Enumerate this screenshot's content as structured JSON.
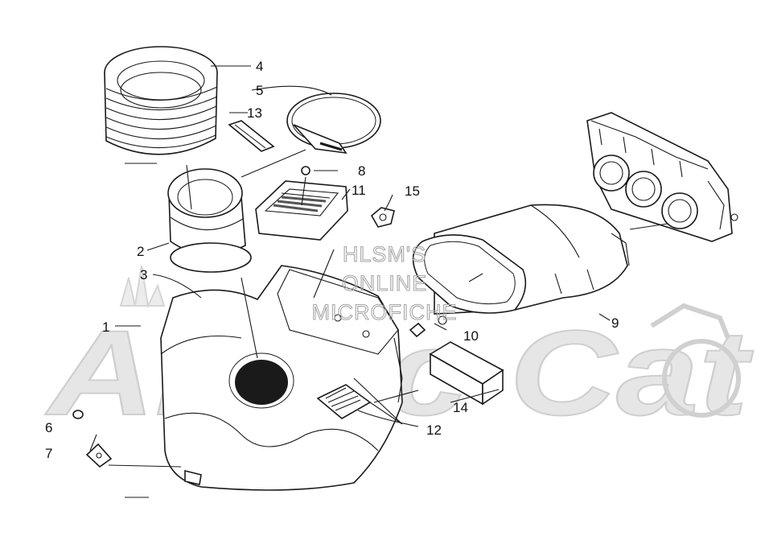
{
  "diagram": {
    "watermark_brand": "Arctic Cat",
    "watermark_stamp": [
      "HLSM'S",
      "ONLINE",
      "MICROFICHE"
    ],
    "callouts": [
      {
        "id": "c1",
        "label": "1"
      },
      {
        "id": "c2",
        "label": "2"
      },
      {
        "id": "c3",
        "label": "3"
      },
      {
        "id": "c4",
        "label": "4"
      },
      {
        "id": "c5",
        "label": "5"
      },
      {
        "id": "c6",
        "label": "6"
      },
      {
        "id": "c7",
        "label": "7"
      },
      {
        "id": "c8",
        "label": "8"
      },
      {
        "id": "c9",
        "label": "9"
      },
      {
        "id": "c10",
        "label": "10"
      },
      {
        "id": "c11",
        "label": "11"
      },
      {
        "id": "c12",
        "label": "12"
      },
      {
        "id": "c13",
        "label": "13"
      },
      {
        "id": "c14",
        "label": "14"
      },
      {
        "id": "c15",
        "label": "15"
      }
    ]
  }
}
